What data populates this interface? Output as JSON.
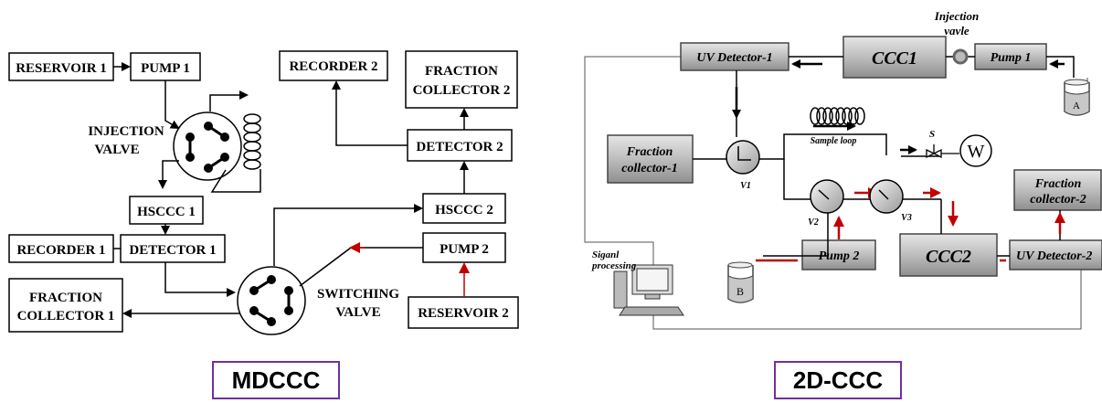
{
  "left": {
    "caption": "MDCCC",
    "reservoir1": "RESERVOIR 1",
    "pump1": "PUMP 1",
    "injection_valve": [
      "INJECTION",
      "VALVE"
    ],
    "hsccc1": "HSCCC 1",
    "recorder1": "RECORDER 1",
    "detector1": "DETECTOR 1",
    "fraction_collector1": [
      "FRACTION",
      "COLLECTOR 1"
    ],
    "switching_valve": [
      "SWITCHING",
      "VALVE"
    ],
    "recorder2": "RECORDER 2",
    "fraction_collector2": [
      "FRACTION",
      "COLLECTOR 2"
    ],
    "detector2": "DETECTOR 2",
    "hsccc2": "HSCCC 2",
    "pump2": "PUMP 2",
    "reservoir2": "RESERVOIR 2"
  },
  "right": {
    "caption": "2D-CCC",
    "uv_detector1": "UV Detector-1",
    "ccc1": "CCC1",
    "injection_valve": [
      "Injection",
      "vavle"
    ],
    "pump1": "Pump 1",
    "reservoir_a": "A",
    "fraction_collector1": [
      "Fraction",
      "collector-1"
    ],
    "sample_loop": "Sample loop",
    "s_label": "S",
    "waste": "W",
    "v1": "V1",
    "v2": "V2",
    "v3": "V3",
    "fraction_collector2": [
      "Fraction",
      "collector-2"
    ],
    "signal_processing": [
      "Siganl",
      "processing"
    ],
    "pump2": "Pump 2",
    "reservoir_b": "B",
    "ccc2": "CCC2",
    "uv_detector2": "UV Detector-2"
  }
}
